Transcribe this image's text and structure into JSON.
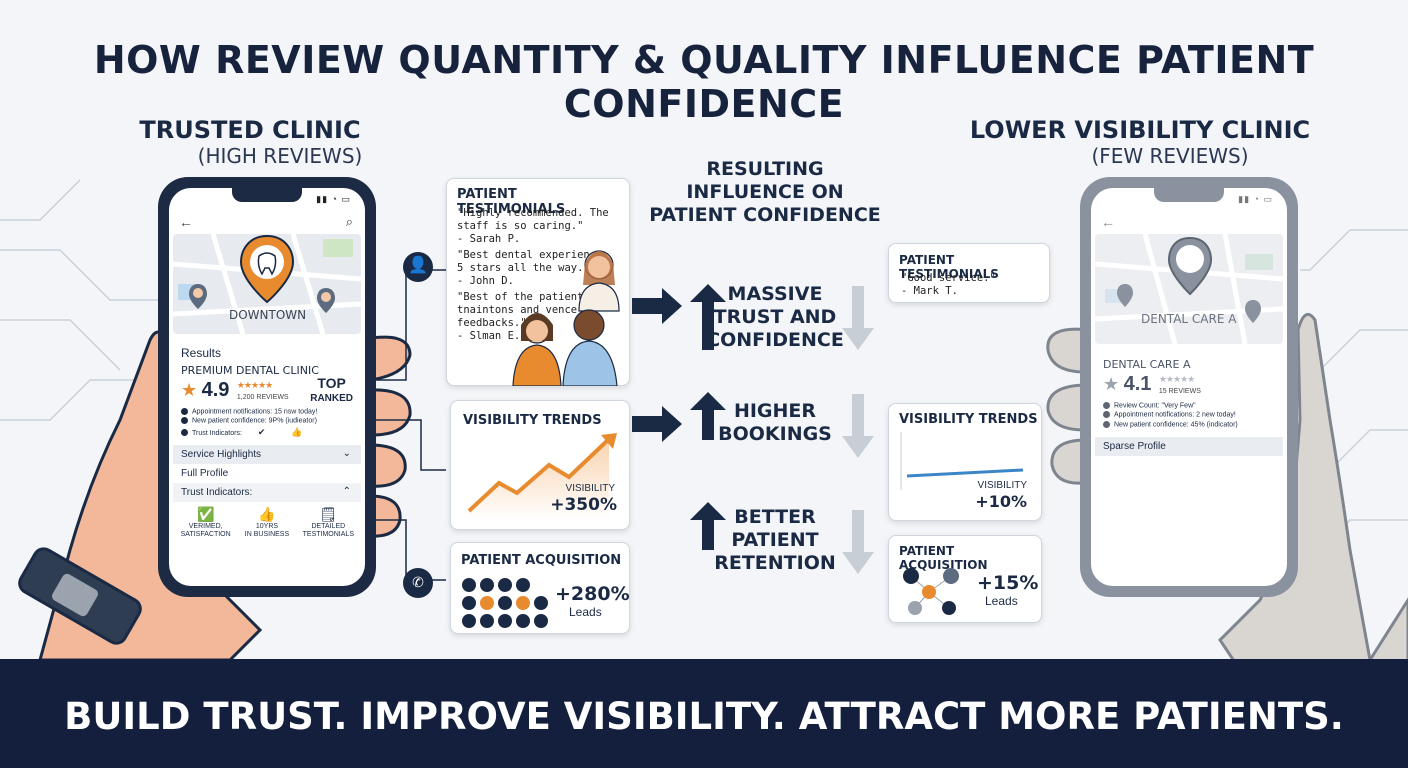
{
  "title": "HOW REVIEW QUANTITY & QUALITY INFLUENCE PATIENT CONFIDENCE",
  "left": {
    "title": "TRUSTED CLINIC",
    "subtitle": "(HIGH REVIEWS)",
    "phone": {
      "map_label": "DOWNTOWN",
      "results_label": "Results",
      "clinic_name": "PREMIUM DENTAL CLINIC",
      "rating": "4.9",
      "reviews": "1,200 REVIEWS",
      "badge_line1": "TOP",
      "badge_line2": "RANKED",
      "stat_lines": [
        "Appointment notifications: 15 nsw today!",
        "New patient confidence: 9P% (iudieator)",
        "Trust Indicators:"
      ],
      "service_highlights": "Service Highlights",
      "full_profile": "Full Profile",
      "trust_indicators": "Trust Indicators:",
      "indicators": [
        {
          "label_1": "VERIMED,",
          "label_2": "SATISFACTION",
          "icon": "check-badge-icon"
        },
        {
          "label_1": "10YRS",
          "label_2": "IN BUSINESS",
          "icon": "thumbs-up-icon"
        },
        {
          "label_1": "DETAILED",
          "label_2": "TESTIMONIALS",
          "icon": "document-icon"
        }
      ]
    },
    "testimonials": {
      "title": "PATIENT TESTIMONIALS",
      "quotes": [
        {
          "text_1": "\"Highly recommended. The",
          "text_2": "staff is so caring.\"",
          "author": "- Sarah P."
        },
        {
          "text_1": "\"Best dental experience.",
          "text_2": "5 stars all the way.\"",
          "author": "- John D."
        },
        {
          "text_1": "\"Best of the patient;",
          "text_2": "tnaintons and vence",
          "text_3": "feedbacks.\"",
          "author": "- Slman E."
        }
      ]
    },
    "visibility": {
      "title": "VISIBILITY TRENDS",
      "label": "VISIBILITY",
      "value": "+350%"
    },
    "acquisition": {
      "title": "PATIENT ACQUISITION",
      "value": "+280%",
      "label": "Leads"
    }
  },
  "center": {
    "title_1": "RESULTING",
    "title_2": "INFLUENCE ON",
    "title_3": "PATIENT CONFIDENCE",
    "items": [
      {
        "l1": "MASSIVE",
        "l2": "TRUST AND",
        "l3": "CONFIDENCE"
      },
      {
        "l1": "HIGHER",
        "l2": "BOOKINGS",
        "l3": ""
      },
      {
        "l1": "BETTER",
        "l2": "PATIENT",
        "l3": "RETENTION"
      }
    ]
  },
  "right": {
    "title": "LOWER VISIBILITY CLINIC",
    "subtitle": "(FEW REVIEWS)",
    "phone": {
      "map_label": "DENTAL CARE A",
      "clinic_name": "DENTAL CARE A",
      "rating": "4.1",
      "reviews": "15 REVIEWS",
      "stat_lines": [
        "Review Count: \"Very Few\"",
        "Appointment notifications: 2 new today!",
        "New patient confidence: 45% (indicator)"
      ],
      "sparse_profile": "Sparse Profile"
    },
    "testimonials": {
      "title": "PATIENT TESTIMONIALS",
      "quote": "\"Good service.\"",
      "author": "- Mark T."
    },
    "visibility": {
      "title": "VISIBILITY TRENDS",
      "label": "VISIBILITY",
      "value": "+10%"
    },
    "acquisition": {
      "title": "PATIENT ACQUISITION",
      "value": "+15%",
      "label": "Leads"
    }
  },
  "footer": "BUILD TRUST. IMPROVE VISIBILITY. ATTRACT MORE PATIENTS.",
  "colors": {
    "navy": "#1b2a44",
    "orange": "#e88a2e",
    "blue": "#3b86c9",
    "grey": "#8a929f"
  }
}
